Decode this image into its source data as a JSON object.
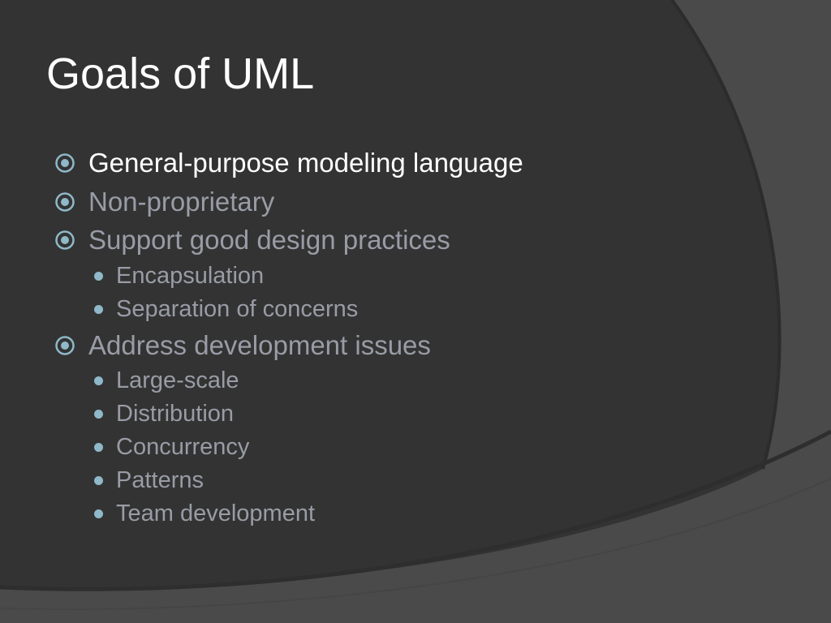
{
  "slide": {
    "title": "Goals of UML",
    "bullets": [
      {
        "text": "General-purpose modeling language",
        "level": 1,
        "emphasis": true
      },
      {
        "text": "Non-proprietary",
        "level": 1,
        "emphasis": false
      },
      {
        "text": "Support good design practices",
        "level": 1,
        "emphasis": false
      },
      {
        "text": "Encapsulation",
        "level": 2,
        "emphasis": false
      },
      {
        "text": "Separation of concerns",
        "level": 2,
        "emphasis": false
      },
      {
        "text": "Address development issues",
        "level": 1,
        "emphasis": false
      },
      {
        "text": "Large-scale",
        "level": 2,
        "emphasis": false
      },
      {
        "text": "Distribution",
        "level": 2,
        "emphasis": false
      },
      {
        "text": "Concurrency",
        "level": 2,
        "emphasis": false
      },
      {
        "text": "Patterns",
        "level": 2,
        "emphasis": false
      },
      {
        "text": "Team development",
        "level": 2,
        "emphasis": false
      }
    ]
  },
  "theme": {
    "background": "#333333",
    "title_color": "#ffffff",
    "emphasis_text_color": "#ffffff",
    "body_text_color": "#999ca6",
    "bullet_color": "#8fb8c8",
    "bullet_icon": "circled-dot-icon",
    "sub_bullet_icon": "dot-icon"
  }
}
